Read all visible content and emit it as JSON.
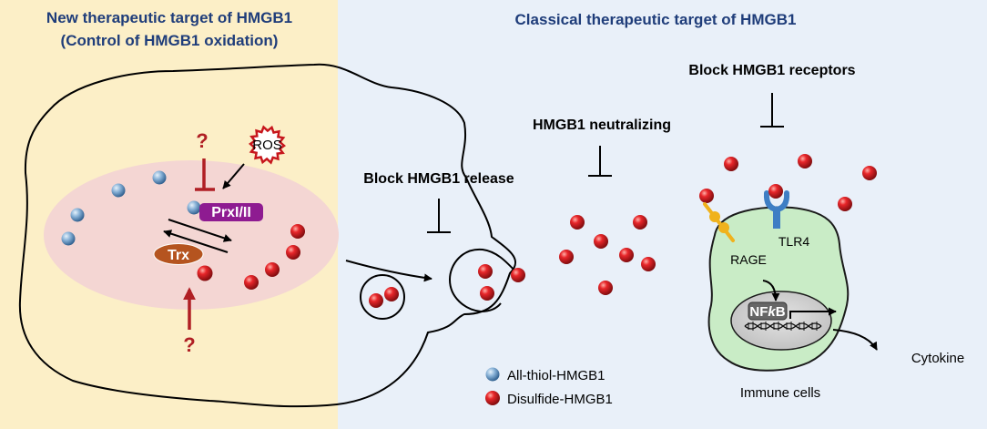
{
  "left_panel": {
    "title_line1": "New therapeutic target of HMGB1",
    "title_line2": "(Control of HMGB1 oxidation)",
    "question_mark_top": "?",
    "question_mark_bottom": "?",
    "ros_label": "ROS",
    "prx_label": "PrxI/II",
    "trx_label": "Trx"
  },
  "right_panel": {
    "title": "Classical therapeutic target of HMGB1",
    "block_release": "Block HMGB1 release",
    "neutralizing": "HMGB1 neutralizing",
    "block_receptors": "Block HMGB1 receptors",
    "rage_label": "RAGE",
    "tlr4_label": "TLR4",
    "nfkb_prefix": "NF",
    "nfkb_italic": "k",
    "nfkb_suffix": "B",
    "cytokine_label": "Cytokine",
    "immune_cells_label": "Immune cells"
  },
  "legend": {
    "all_thiol": "All-thiol-HMGB1",
    "disulfide": "Disulfide-HMGB1"
  },
  "colors": {
    "left_bg": "#fcefc7",
    "right_bg": "#e9f0f9",
    "title": "#1f3d7a",
    "inhibit_red": "#b01f24",
    "nucleus": "#f4d6d3",
    "prx_box": "#8e1b91",
    "trx_oval": "#b5541f",
    "immune_cell": "#c9ecc6",
    "rage": "#f0b21c",
    "tlr4": "#3e7ec4",
    "hmgb1_red": "#e32024",
    "hmgb1_blue": "#7aa6cf"
  }
}
